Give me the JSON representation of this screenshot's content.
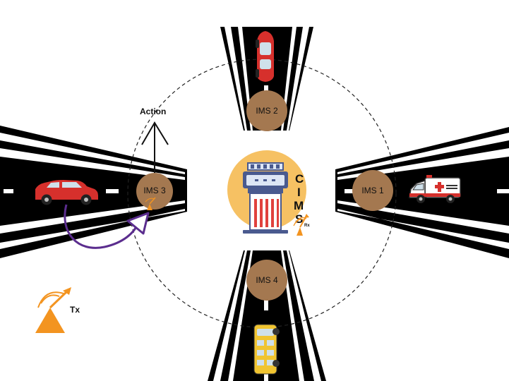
{
  "labels": {
    "ims1": "IMS 1",
    "ims2": "IMS 2",
    "ims3": "IMS 3",
    "ims4": "IMS 4",
    "cims_c": "C",
    "cims_i": "I",
    "cims_m": "M",
    "cims_s": "S",
    "rx": "Rx",
    "tx": "Tx",
    "action": "Action"
  },
  "colors": {
    "road": "#000000",
    "road_stripe": "#ffffff",
    "ims_node": "#a47850",
    "cims_circle": "#f6c163",
    "tower_blue": "#4a5a8f",
    "tower_light": "#dde6f5",
    "tower_red": "#e0413d",
    "antenna_orange": "#f39420",
    "curve_arrow": "#5b2d8e",
    "red_car": "#d6302c",
    "yellow_bus": "#f0c430"
  },
  "icons": [
    "red-car-icon",
    "ambulance-icon",
    "school-bus-icon",
    "control-tower-icon",
    "antenna-icon"
  ]
}
